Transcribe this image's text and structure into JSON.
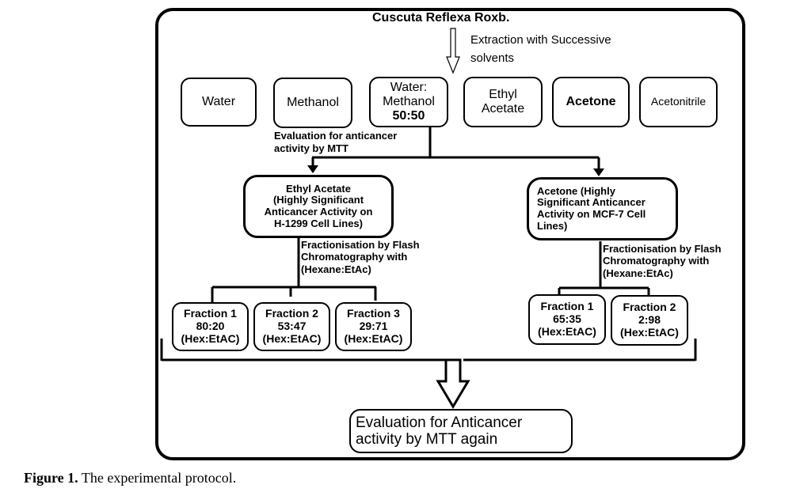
{
  "diagram": {
    "title": "Cuscuta Reflexa Roxb.",
    "extraction_label": "Extraction with Successive\nsolvents",
    "solvents": [
      {
        "label": "Water"
      },
      {
        "label": "Methanol"
      },
      {
        "label": "Water:\nMethanol"
      },
      {
        "label": "Ethyl\nAcetate"
      },
      {
        "label": "Acetone"
      },
      {
        "label": "Acetonitrile"
      }
    ],
    "solvent_ratio_label": "50:50",
    "evaluation_label": "Evaluation for anticancer\nactivity by MTT",
    "branches": [
      {
        "label": "Ethyl Acetate\n(Highly Significant\nAnticancer Activity on\nH-1299 Cell Lines)",
        "fractionation_label": "Fractionisation by Flash\nChromatography with\n(Hexane:EtAc)",
        "fractions": [
          {
            "name": "Fraction 1",
            "ratio": "80:20",
            "solvent": "(Hex:EtAC)"
          },
          {
            "name": "Fraction 2",
            "ratio": "53:47",
            "solvent": "(Hex:EtAC)"
          },
          {
            "name": "Fraction 3",
            "ratio": "29:71",
            "solvent": "(Hex:EtAC)"
          }
        ]
      },
      {
        "label": "Acetone (Highly\nSignificant  Anticancer\nActivity on MCF-7 Cell\nLines)",
        "fractionation_label": "Fractionisation by Flash\nChromatography with\n(Hexane:EtAc)",
        "fractions": [
          {
            "name": "Fraction 1",
            "ratio": "65:35",
            "solvent": "(Hex:EtAC)"
          },
          {
            "name": "Fraction 2",
            "ratio": "2:98",
            "solvent": "(Hex:EtAC)"
          }
        ]
      }
    ],
    "final_label": "Evaluation for Anticancer\nactivity by MTT again"
  },
  "caption": {
    "figure_label": "Figure 1.",
    "text": " The experimental protocol."
  }
}
